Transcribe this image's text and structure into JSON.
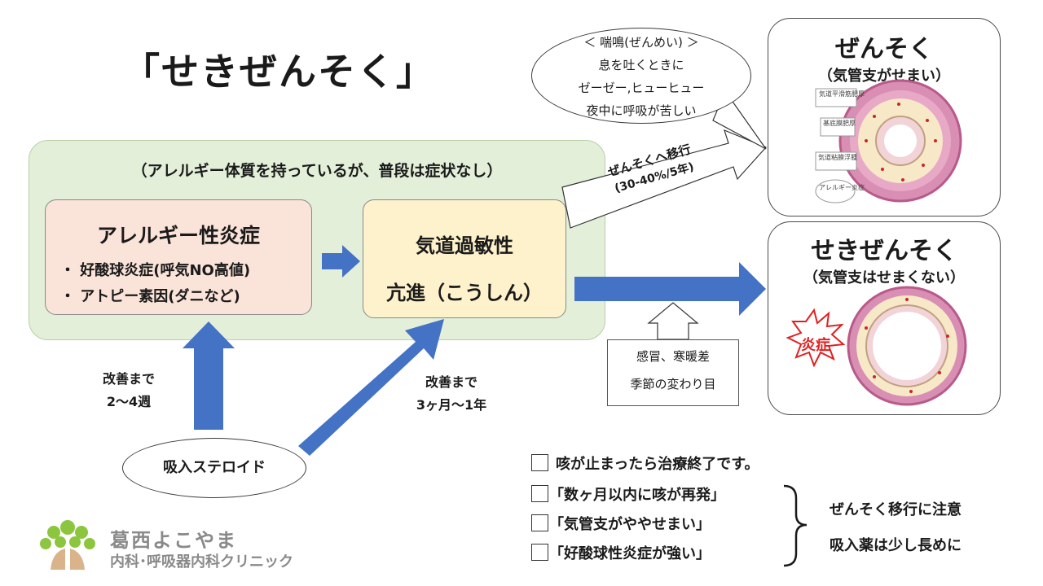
{
  "title": "「せきぜんそく」",
  "green_panel": {
    "caption": "（アレルギー体質を持っているが、普段は症状なし）"
  },
  "allergy_box": {
    "heading": "アレルギー性炎症",
    "items": [
      "・ 好酸球炎症(呼気NO高値)",
      "・ アトピー素因(ダニなど)"
    ]
  },
  "hyper_box": {
    "line1": "気道過敏性",
    "line2": "亢進（こうしん）"
  },
  "speech_bubble": {
    "lines": [
      "＜ 喘鳴(ぜんめい) ＞",
      "息を吐くときに",
      "ゼーゼー,ヒューヒュー",
      "夜中に呼吸が苦しい"
    ]
  },
  "transition_arrow": {
    "line1": "ぜんそくへ移行",
    "line2": "(30-40%/5年)"
  },
  "asthma_card": {
    "title": "ぜんそく",
    "subtitle": "（気管支がせまい）",
    "annotations": [
      "気道平滑筋肥厚",
      "基底膜肥厚",
      "気道粘膜浮腫",
      "アレルギー炎症"
    ]
  },
  "cough_asthma_card": {
    "title": "せきぜんそく",
    "subtitle": "（気管支はせまくない）",
    "burst_label": "炎症"
  },
  "triggers": {
    "line1": "感冒、寒暖差",
    "line2": "季節の変わり目"
  },
  "improve_left": {
    "line1": "改善まで",
    "line2": "2～4週"
  },
  "improve_right": {
    "line1": "改善まで",
    "line2": "3ヶ月～1年"
  },
  "steroid": {
    "label": "吸入ステロイド"
  },
  "checklist": {
    "items": [
      "咳が止まったら治療終了です。",
      "「数ヶ月以内に咳が再発」",
      "「気管支がややせまい」",
      "「好酸球性炎症が強い」"
    ]
  },
  "notes": {
    "line1": "ぜんそく移行に注意",
    "line2": "吸入薬は少し長めに"
  },
  "clinic": {
    "name": "葛西よこやま",
    "subtitle": "内科･呼吸器内科クリニック"
  },
  "colors": {
    "arrow_blue": "#4472c4",
    "panel_green": "#e3efd9",
    "allergy_pink": "#fae3d8",
    "hyper_cream": "#fef2cc",
    "burst_red": "#e02020",
    "logo_green": "#8cc63f",
    "logo_tan": "#d9b48a"
  }
}
